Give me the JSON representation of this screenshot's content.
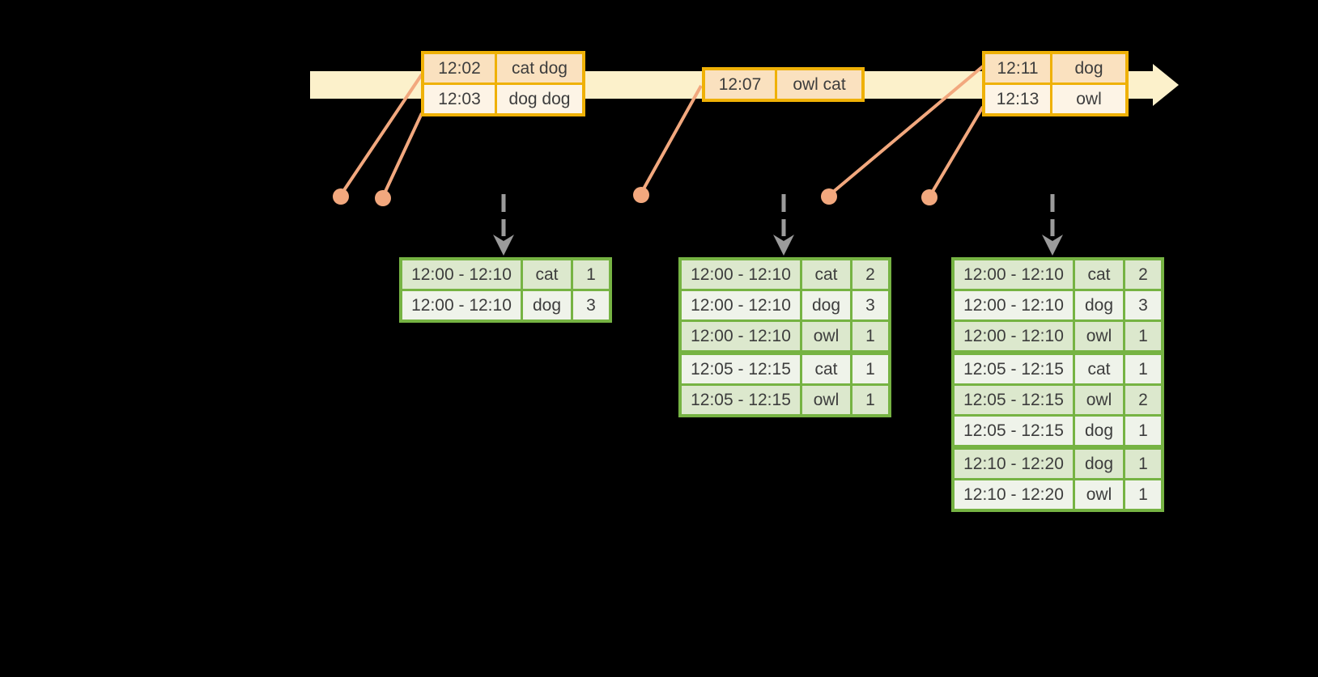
{
  "palette": {
    "background": "#000000",
    "timeline_band": "#FCF1CB",
    "event_table_border": "#EFB106",
    "event_row_peach": "#FAE1BF",
    "event_row_cream": "#FDF4E6",
    "connector": "#F2A87E",
    "trigger_arrow": "#9B9B9B",
    "result_table_border": "#76B343",
    "result_row_dark": "#DCE8CD",
    "result_row_light": "#EFF3EA",
    "text": "#3D3D3D"
  },
  "icons": {
    "timeline_arrowhead": "arrow-right",
    "event_dot": "circle",
    "trigger_arrow": "dashed-arrow-down"
  },
  "event_tables": [
    {
      "rows": [
        {
          "time": "12:02",
          "words": "cat dog"
        },
        {
          "time": "12:03",
          "words": "dog dog"
        }
      ]
    },
    {
      "rows": [
        {
          "time": "12:07",
          "words": "owl cat"
        }
      ]
    },
    {
      "rows": [
        {
          "time": "12:11",
          "words": "dog"
        },
        {
          "time": "12:13",
          "words": "owl"
        }
      ]
    }
  ],
  "result_tables": [
    {
      "rows": [
        {
          "window": "12:00 - 12:10",
          "word": "cat",
          "count": "1"
        },
        {
          "window": "12:00 - 12:10",
          "word": "dog",
          "count": "3"
        }
      ]
    },
    {
      "rows": [
        {
          "window": "12:00 - 12:10",
          "word": "cat",
          "count": "2"
        },
        {
          "window": "12:00 - 12:10",
          "word": "dog",
          "count": "3"
        },
        {
          "window": "12:00 - 12:10",
          "word": "owl",
          "count": "1"
        },
        {
          "window": "12:05 - 12:15",
          "word": "cat",
          "count": "1"
        },
        {
          "window": "12:05 - 12:15",
          "word": "owl",
          "count": "1"
        }
      ]
    },
    {
      "rows": [
        {
          "window": "12:00 - 12:10",
          "word": "cat",
          "count": "2"
        },
        {
          "window": "12:00 - 12:10",
          "word": "dog",
          "count": "3"
        },
        {
          "window": "12:00 - 12:10",
          "word": "owl",
          "count": "1"
        },
        {
          "window": "12:05 - 12:15",
          "word": "cat",
          "count": "1"
        },
        {
          "window": "12:05 - 12:15",
          "word": "owl",
          "count": "2"
        },
        {
          "window": "12:05 - 12:15",
          "word": "dog",
          "count": "1"
        },
        {
          "window": "12:10 - 12:20",
          "word": "dog",
          "count": "1"
        },
        {
          "window": "12:10 - 12:20",
          "word": "owl",
          "count": "1"
        }
      ]
    }
  ]
}
